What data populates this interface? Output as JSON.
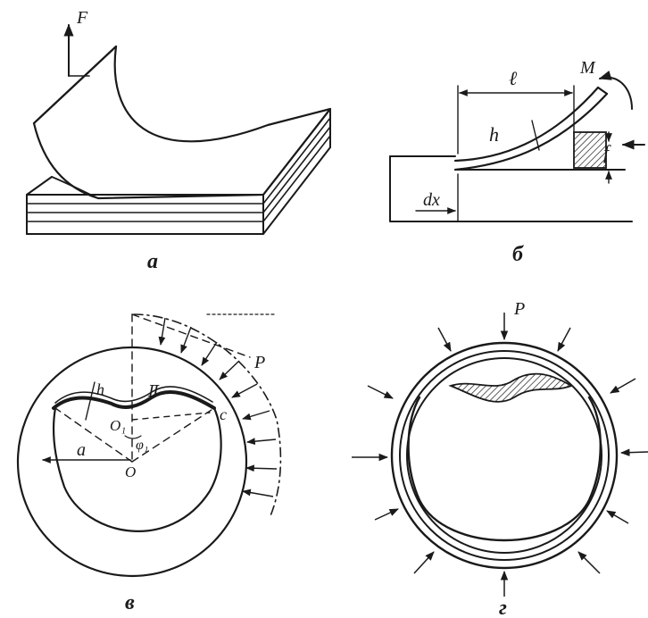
{
  "panels": {
    "a": {
      "caption": "а",
      "force_label": "F"
    },
    "b": {
      "caption": "б",
      "length_label": "ℓ",
      "moment_label": "M",
      "thickness_label": "h",
      "deflection_label": "f",
      "increment_label": "dx"
    },
    "v": {
      "caption": "в",
      "pressure_label": "P",
      "thickness_label": "h",
      "roman_label": "Ⅱ",
      "point_c_label": "c",
      "center_o1_label": "O₁",
      "angle_label": "φ₁",
      "center_o_label": "O",
      "radius_label": "a"
    },
    "g": {
      "caption": "г",
      "pressure_label": "P"
    }
  }
}
